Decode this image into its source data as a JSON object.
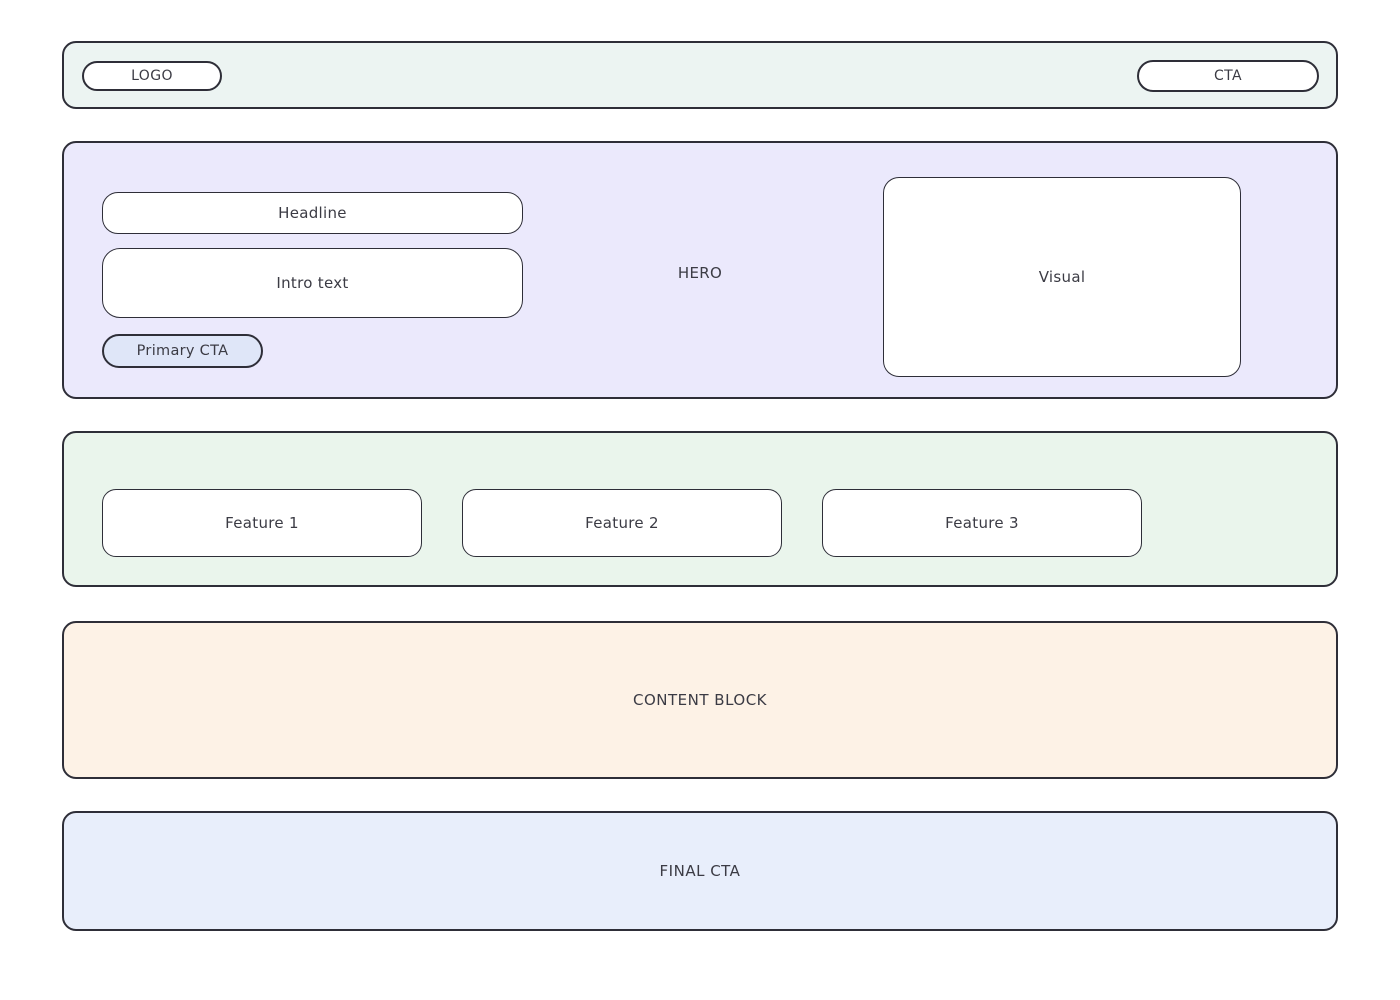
{
  "colors": {
    "border": "#2e2e38",
    "text": "#3b3b44",
    "header_bg": "#ecf4f2",
    "hero_bg": "#ebe9fc",
    "primary_cta_bg": "#dfe6f8",
    "features_bg": "#eaf5ec",
    "content_bg": "#fdf2e6",
    "final_bg": "#e8eefb",
    "card_bg": "#ffffff"
  },
  "header": {
    "logo_label": "LOGO",
    "cta_label": "CTA"
  },
  "hero": {
    "section_label": "HERO",
    "headline_label": "Headline",
    "intro_label": "Intro text",
    "primary_cta_label": "Primary CTA",
    "visual_label": "Visual"
  },
  "features": {
    "items": [
      {
        "label": "Feature 1"
      },
      {
        "label": "Feature 2"
      },
      {
        "label": "Feature 3"
      }
    ]
  },
  "content_block": {
    "label": "CONTENT BLOCK"
  },
  "final_cta": {
    "label": "FINAL CTA"
  }
}
